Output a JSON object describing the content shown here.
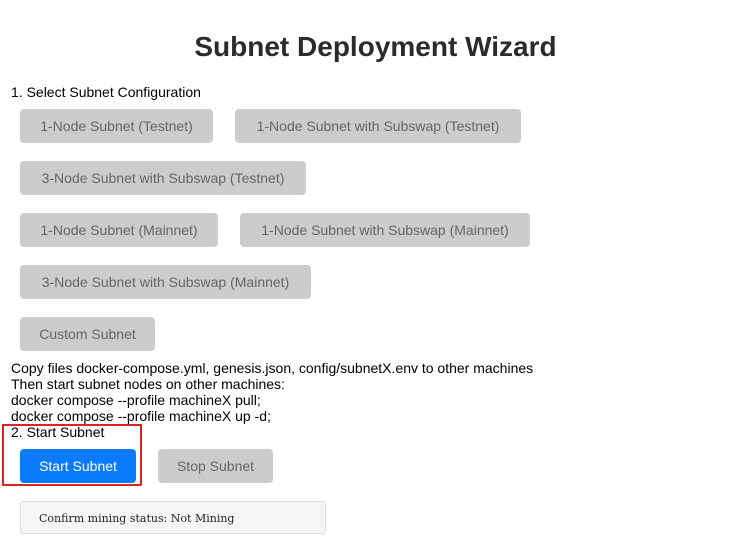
{
  "title": "Subnet Deployment Wizard",
  "step1": {
    "label": "1. Select Subnet Configuration",
    "options": [
      "1-Node Subnet (Testnet)",
      "1-Node Subnet with Subswap (Testnet)",
      "3-Node Subnet with Subswap (Testnet)",
      "1-Node Subnet (Mainnet)",
      "1-Node Subnet with Subswap (Mainnet)",
      "3-Node Subnet with Subswap (Mainnet)",
      "Custom Subnet"
    ]
  },
  "instructions": [
    "Copy files docker-compose.yml, genesis.json, config/subnetX.env to other machines",
    "Then start subnet nodes on other machines:",
    "docker compose --profile machineX pull;",
    "docker compose --profile machineX up -d;"
  ],
  "step2": {
    "label": "2. Start Subnet",
    "start_label": "Start Subnet",
    "stop_label": "Stop Subnet"
  },
  "status": {
    "text": "Confirm mining status: Not Mining"
  },
  "colors": {
    "primary": "#0a7bff",
    "disabled": "#cccccc",
    "highlight": "#dd2222"
  }
}
